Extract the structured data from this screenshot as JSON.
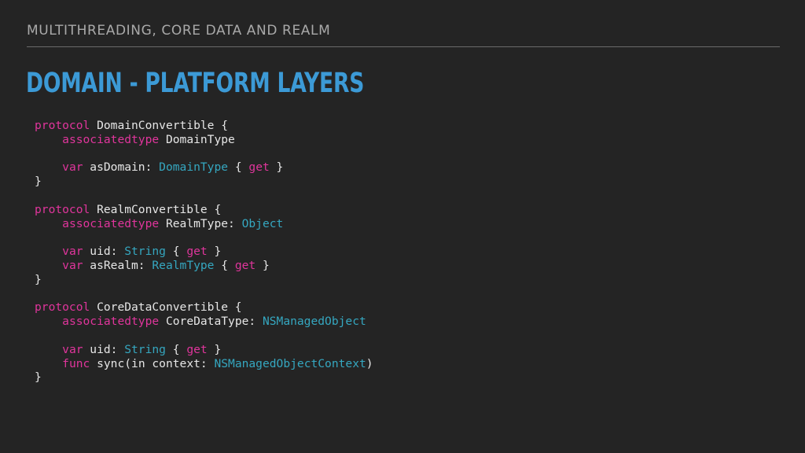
{
  "header": {
    "section_title": "MULTITHREADING, CORE DATA AND REALM"
  },
  "slide": {
    "title": "DOMAIN - PLATFORM LAYERS"
  },
  "colors": {
    "background": "#242424",
    "header_text": "#a9a9a9",
    "title": "#3c9ad6",
    "plain": "#e6e6e6",
    "keyword": "#e0359c",
    "type": "#35a7c0"
  },
  "code": {
    "lines": [
      [
        {
          "t": "protocol",
          "k": "keyword"
        },
        {
          "t": " DomainConvertible {",
          "k": "plain"
        }
      ],
      [
        {
          "t": "    ",
          "k": "plain"
        },
        {
          "t": "associatedtype",
          "k": "keyword"
        },
        {
          "t": " DomainType",
          "k": "plain"
        }
      ],
      [],
      [
        {
          "t": "    ",
          "k": "plain"
        },
        {
          "t": "var",
          "k": "keyword"
        },
        {
          "t": " asDomain: ",
          "k": "plain"
        },
        {
          "t": "DomainType",
          "k": "type"
        },
        {
          "t": " { ",
          "k": "plain"
        },
        {
          "t": "get",
          "k": "keyword"
        },
        {
          "t": " }",
          "k": "plain"
        }
      ],
      [
        {
          "t": "}",
          "k": "plain"
        }
      ],
      [],
      [
        {
          "t": "protocol",
          "k": "keyword"
        },
        {
          "t": " RealmConvertible {",
          "k": "plain"
        }
      ],
      [
        {
          "t": "    ",
          "k": "plain"
        },
        {
          "t": "associatedtype",
          "k": "keyword"
        },
        {
          "t": " RealmType: ",
          "k": "plain"
        },
        {
          "t": "Object",
          "k": "type"
        }
      ],
      [],
      [
        {
          "t": "    ",
          "k": "plain"
        },
        {
          "t": "var",
          "k": "keyword"
        },
        {
          "t": " uid: ",
          "k": "plain"
        },
        {
          "t": "String",
          "k": "type"
        },
        {
          "t": " { ",
          "k": "plain"
        },
        {
          "t": "get",
          "k": "keyword"
        },
        {
          "t": " }",
          "k": "plain"
        }
      ],
      [
        {
          "t": "    ",
          "k": "plain"
        },
        {
          "t": "var",
          "k": "keyword"
        },
        {
          "t": " asRealm: ",
          "k": "plain"
        },
        {
          "t": "RealmType",
          "k": "type"
        },
        {
          "t": " { ",
          "k": "plain"
        },
        {
          "t": "get",
          "k": "keyword"
        },
        {
          "t": " }",
          "k": "plain"
        }
      ],
      [
        {
          "t": "}",
          "k": "plain"
        }
      ],
      [],
      [
        {
          "t": "protocol",
          "k": "keyword"
        },
        {
          "t": " CoreDataConvertible {",
          "k": "plain"
        }
      ],
      [
        {
          "t": "    ",
          "k": "plain"
        },
        {
          "t": "associatedtype",
          "k": "keyword"
        },
        {
          "t": " CoreDataType: ",
          "k": "plain"
        },
        {
          "t": "NSManagedObject",
          "k": "type"
        }
      ],
      [],
      [
        {
          "t": "    ",
          "k": "plain"
        },
        {
          "t": "var",
          "k": "keyword"
        },
        {
          "t": " uid: ",
          "k": "plain"
        },
        {
          "t": "String",
          "k": "type"
        },
        {
          "t": " { ",
          "k": "plain"
        },
        {
          "t": "get",
          "k": "keyword"
        },
        {
          "t": " }",
          "k": "plain"
        }
      ],
      [
        {
          "t": "    ",
          "k": "plain"
        },
        {
          "t": "func",
          "k": "keyword"
        },
        {
          "t": " sync(in context: ",
          "k": "plain"
        },
        {
          "t": "NSManagedObjectContext",
          "k": "type"
        },
        {
          "t": ")",
          "k": "plain"
        }
      ],
      [
        {
          "t": "}",
          "k": "plain"
        }
      ]
    ]
  }
}
